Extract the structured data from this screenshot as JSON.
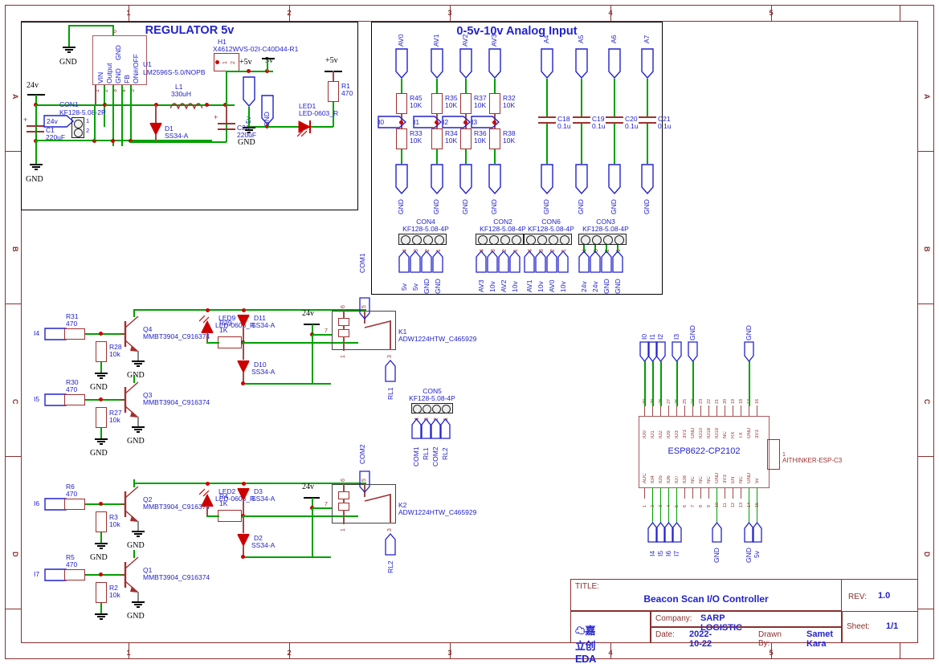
{
  "sheet": {
    "columns": [
      "1",
      "2",
      "3",
      "4",
      "5"
    ],
    "rows": [
      "A",
      "B",
      "C",
      "D"
    ]
  },
  "blocks": {
    "regulator": {
      "title": "REGULATOR 5v"
    },
    "analog": {
      "title": "0-5v-10v Analog Input"
    }
  },
  "regulator": {
    "u1": {
      "ref": "U1",
      "part": "LM2596S-5.0/NOPB",
      "pins": [
        "VIN",
        "Output",
        "GND",
        "FB",
        "ON#/OFF",
        "GND"
      ],
      "pin_numbers": [
        "1",
        "2",
        "3",
        "4",
        "5",
        "6"
      ]
    },
    "h1": {
      "ref": "H1",
      "part": "X4612WVS-02I-C40D44-R1",
      "pins": [
        "1",
        "2"
      ]
    },
    "con1": {
      "ref": "CON1",
      "part": "KF128-5.08-2P",
      "pins": [
        "1",
        "2"
      ]
    },
    "c1": {
      "ref": "C1",
      "value": "220uF"
    },
    "c26": {
      "ref": "C26",
      "value": "220uF"
    },
    "l1": {
      "ref": "L1",
      "value": "330uH"
    },
    "d1": {
      "ref": "D1",
      "value": "SS34-A"
    },
    "r1": {
      "ref": "R1",
      "value": "470"
    },
    "led1": {
      "ref": "LED1",
      "value": "LED-0603_R"
    },
    "nets": {
      "in24": "24v",
      "in24b": "24v",
      "p5v_a": "+5v",
      "p5v_b": "5v",
      "p5v_c": "+5v",
      "flag5v": "5v",
      "gnd": "GND"
    }
  },
  "analog": {
    "dividers": [
      {
        "top_net": "AV0",
        "r_top": {
          "ref": "R45",
          "value": "10K"
        },
        "r_bot": {
          "ref": "R33",
          "value": "10K"
        },
        "mid_net": "I0",
        "gnd": "GND"
      },
      {
        "top_net": "AV1",
        "r_top": {
          "ref": "R35",
          "value": "10K"
        },
        "r_bot": {
          "ref": "R34",
          "value": "10K"
        },
        "mid_net": "I1",
        "gnd": "GND"
      },
      {
        "top_net": "AV2",
        "r_top": {
          "ref": "R37",
          "value": "10K"
        },
        "r_bot": {
          "ref": "R36",
          "value": "10K"
        },
        "mid_net": "I2",
        "gnd": "GND"
      },
      {
        "top_net": "AV3",
        "r_top": {
          "ref": "R32",
          "value": "10K"
        },
        "r_bot": {
          "ref": "R38",
          "value": "10K"
        },
        "mid_net": "I3",
        "gnd": "GND"
      }
    ],
    "caps": [
      {
        "top_net": "A4",
        "ref": "C18",
        "value": "0.1u",
        "gnd": "GND"
      },
      {
        "top_net": "A5",
        "ref": "C19",
        "value": "0.1u",
        "gnd": "GND"
      },
      {
        "top_net": "A6",
        "ref": "C20",
        "value": "0.1u",
        "gnd": "GND"
      },
      {
        "top_net": "A7",
        "ref": "C21",
        "value": "0.1u",
        "gnd": "GND"
      }
    ]
  },
  "connectors": [
    {
      "ref": "CON4",
      "part": "KF128-5.08-4P",
      "pin_numbers": [
        "4",
        "3",
        "2",
        "1"
      ],
      "nets": [
        "5v",
        "5v",
        "GND",
        "GND"
      ]
    },
    {
      "ref": "CON2",
      "part": "KF128-5.08-4P",
      "pin_numbers": [
        "4",
        "3",
        "2",
        "1"
      ],
      "nets": [
        "AV3",
        "10v",
        "AV2",
        "10v"
      ]
    },
    {
      "ref": "CON6",
      "part": "KF128-5.08-4P",
      "pin_numbers": [
        "4",
        "3",
        "2",
        "1"
      ],
      "nets": [
        "AV1",
        "10v",
        "AV0",
        "10v"
      ]
    },
    {
      "ref": "CON3",
      "part": "KF128-5.08-4P",
      "pin_numbers": [
        "4",
        "3",
        "2",
        "1"
      ],
      "nets": [
        "24v",
        "24v",
        "GND",
        "GND"
      ]
    },
    {
      "ref": "CON5",
      "part": "KF128-5.08-4P",
      "pin_numbers": [
        "4",
        "3",
        "2",
        "1"
      ],
      "nets": [
        "COM1",
        "RL1",
        "COM2",
        "RL2"
      ]
    }
  ],
  "drivers": [
    {
      "in_net": "I4",
      "r_base": {
        "ref": "R31",
        "value": "470"
      },
      "r_pull": {
        "ref": "R28",
        "value": "10k"
      },
      "q": {
        "ref": "Q4",
        "part": "MMBT3904_C916374"
      },
      "gnd": "GND"
    },
    {
      "in_net": "I5",
      "r_base": {
        "ref": "R30",
        "value": "470"
      },
      "r_pull": {
        "ref": "R27",
        "value": "10k"
      },
      "q": {
        "ref": "Q3",
        "part": "MMBT3904_C916374"
      },
      "gnd": "GND"
    },
    {
      "in_net": "I6",
      "r_base": {
        "ref": "R6",
        "value": "470"
      },
      "r_pull": {
        "ref": "R3",
        "value": "10k"
      },
      "q": {
        "ref": "Q2",
        "part": "MMBT3904_C916374"
      },
      "gnd": "GND"
    },
    {
      "in_net": "I7",
      "r_base": {
        "ref": "R5",
        "value": "470"
      },
      "r_pull": {
        "ref": "R2",
        "value": "10k"
      },
      "q": {
        "ref": "Q1",
        "part": "MMBT3904_C916374"
      },
      "gnd": "GND"
    }
  ],
  "relay_stages": [
    {
      "led": {
        "ref": "LED9",
        "value": "LED-0603_R"
      },
      "r_led": {
        "ref": "R29",
        "value": "1K"
      },
      "d_top": {
        "ref": "D11",
        "value": "SS34-A"
      },
      "d_bot": {
        "ref": "D10",
        "value": "SS34-A"
      },
      "supply": "24v",
      "relay": {
        "ref": "K1",
        "part": "ADW1224HTW_C465929",
        "pins": [
          "6",
          "7",
          "1",
          "5",
          "3"
        ]
      },
      "com_net": "COM1",
      "out_net": "RL1"
    },
    {
      "led": {
        "ref": "LED2",
        "value": "LED-0603_R"
      },
      "r_led": {
        "ref": "R4",
        "value": "1K"
      },
      "d_top": {
        "ref": "D3",
        "value": "SS34-A"
      },
      "d_bot": {
        "ref": "D2",
        "value": "SS34-A"
      },
      "supply": "24v",
      "relay": {
        "ref": "K2",
        "part": "ADW1224HTW_C465929",
        "pins": [
          "6",
          "7",
          "1",
          "5",
          "3"
        ]
      },
      "com_net": "COM2",
      "out_net": "RL2"
    }
  ],
  "mcu": {
    "name": "ESP8622-CP2102",
    "side_ref": "1",
    "side_part": "AITHINKER-ESP-C3",
    "top_pin_numbers": [
      "30",
      "29",
      "28",
      "27",
      "26",
      "25",
      "24",
      "23",
      "22",
      "21",
      "20",
      "19",
      "18",
      "17",
      "16"
    ],
    "top_pin_names": [
      "IO0",
      "IO1",
      "IO2",
      "IO9",
      "IO3",
      "3V3",
      "GND",
      "IO10",
      "IO18",
      "IO19",
      "NC",
      "RX",
      "TX",
      "GND",
      "3V3"
    ],
    "bottom_pin_numbers": [
      "1",
      "2",
      "3",
      "4",
      "5",
      "6",
      "7",
      "8",
      "9",
      "10",
      "11",
      "12",
      "13",
      "14",
      "15"
    ],
    "bottom_pin_names": [
      "ADC",
      "IO4",
      "IO5",
      "IO6",
      "IO7",
      "IO8",
      "NC",
      "NC",
      "NC",
      "GND",
      "3V3",
      "EN",
      "NC",
      "GND",
      "5v"
    ],
    "top_nets": [
      "I0",
      "I1",
      "I2",
      "I3",
      "GND",
      "GND"
    ],
    "bottom_nets": [
      "I4",
      "I5",
      "I6",
      "I7",
      "GND",
      "GND",
      "5v"
    ]
  },
  "title_block": {
    "title_key": "TITLE:",
    "title_value": "Beacon Scan I/O Controller",
    "rev_key": "REV:",
    "rev_value": "1.0",
    "company_key": "Company:",
    "company_value": "SARP LOGISTIC",
    "sheet_key": "Sheet:",
    "sheet_value": "1/1",
    "date_key": "Date:",
    "date_value": "2022-10-22",
    "drawn_key": "Drawn By:",
    "drawn_value": "Samet Kara",
    "logo_text": "嘉立创EDA"
  }
}
